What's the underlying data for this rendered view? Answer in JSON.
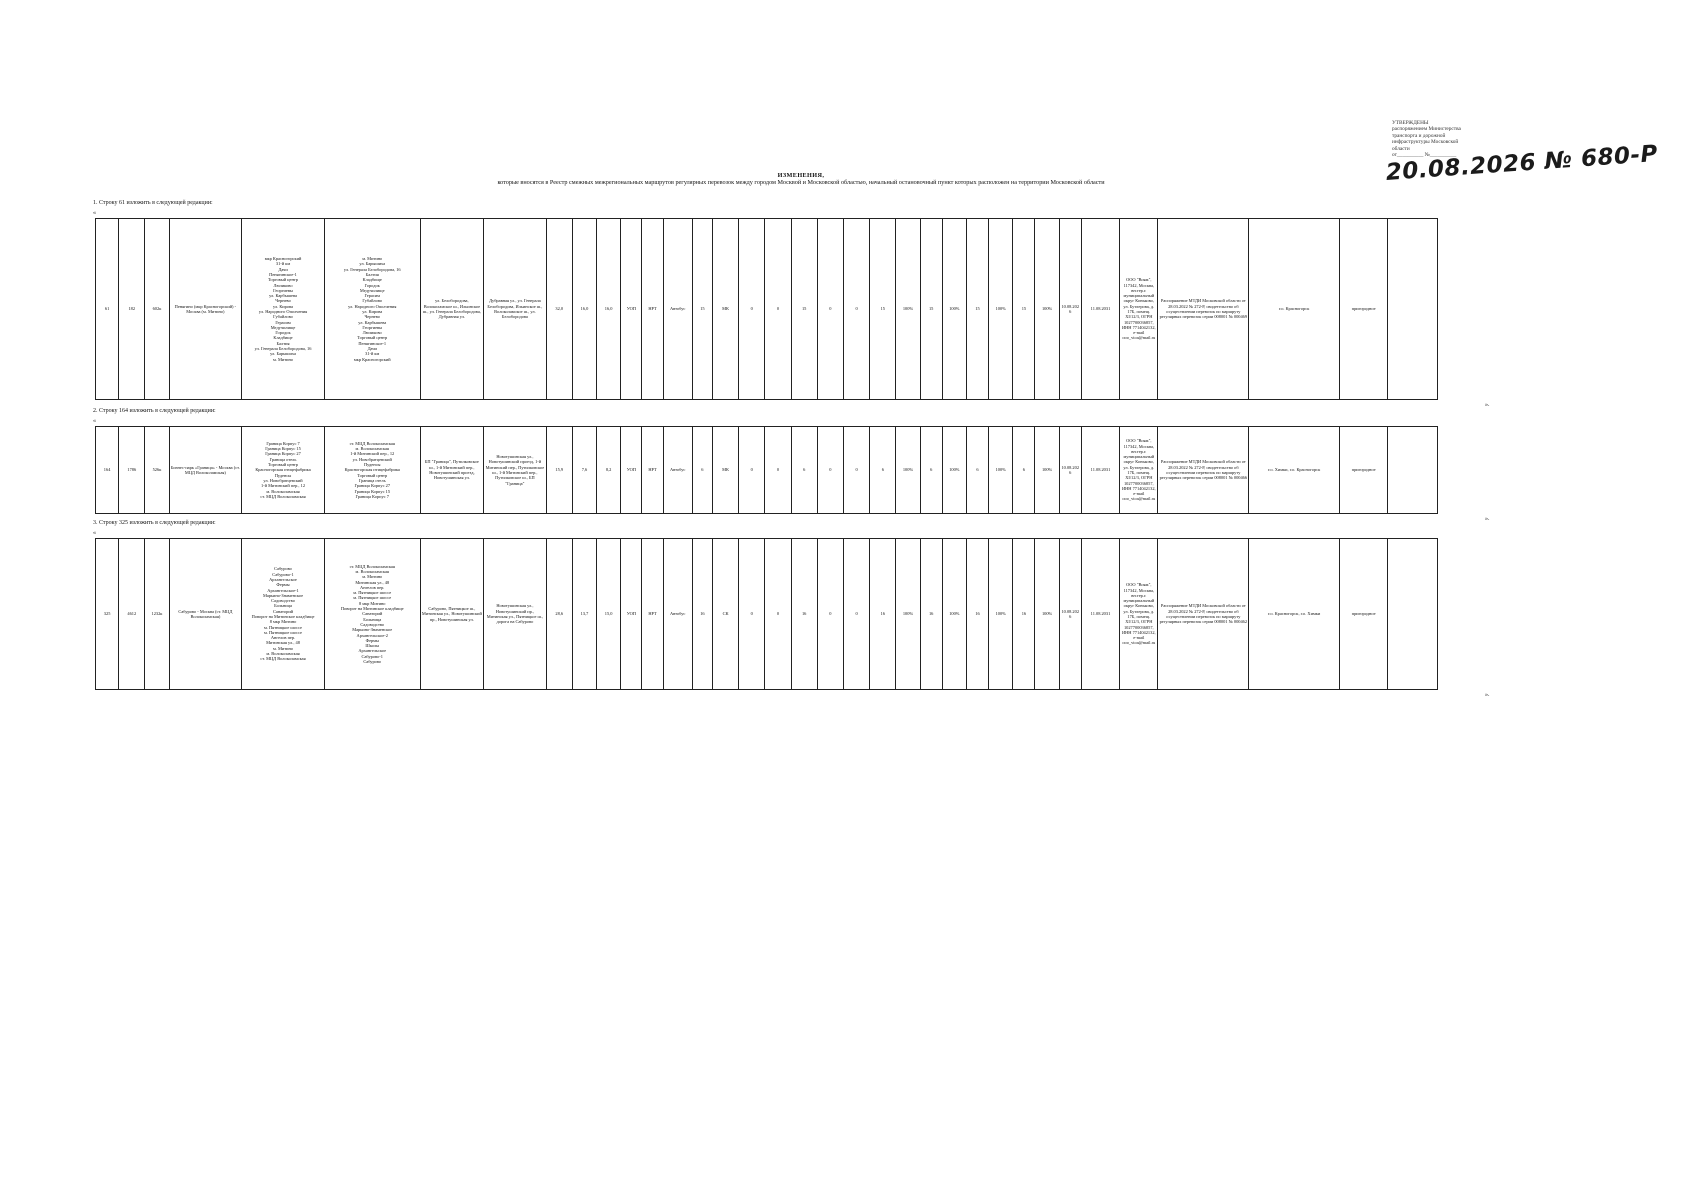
{
  "approval": {
    "lines": [
      "УТВЕРЖДЕНЫ",
      "распоряжением Министерства",
      "транспорта и дорожной",
      "инфраструктуры Московской",
      "области",
      "от__________ №__________"
    ]
  },
  "signature_text": "20.08.2026 № 680-Р",
  "title": {
    "heading": "ИЗМЕНЕНИЯ,",
    "subtitle": "которые вносятся в Реестр смежных межрегиональных маршрутов регулярных перевозок между городом Москвой и Московской областью, начальный остановочный пункт которых расположен на территории Московской области"
  },
  "sections": [
    {
      "label": "1. Строку 61 изложить в следующей редакции:",
      "quote_open": "«",
      "quote_close": "».",
      "row": {
        "c1": "61",
        "c2": "182",
        "c3": "602к",
        "name": "Пенягино (мкр Красногорский) - Москва (м. Митино)",
        "stops_forward": "мкр Красногорский\n31-й км\nДачи\nПенягинское-1\nТорговый центр\nЛюликово\nГеоргиевы\nул. Карбышева\nЧернево\nул. Кирова\nул. Народного Ополчения\nГубайлово\nГерасим\nМедучилище\nГородок\nКладбище\nБалтия\nул. Генерала Белобородова, 16\nул. Барышиха\nм. Митино",
        "stops_backward": "м. Митино\nул. Барышиха\nул. Генерала Белобородова, 16\nБалтия\nКладбище\nГородок\nМедучилище\nГерасим\nГубайлово\nул. Народного Ополчения\nул. Кирова\nЧернево\nул. Карбышева\nГеоргиевы\nЛюликово\nТорговый центр\nПенягинское-1\nДачи\n31-й км\nмкр Красногорский",
        "streets_forward": "ул. Белобородова, Волоколамское ш., Ильинское ш., ул. Генерала Белобородова, Дубравная ул.",
        "streets_backward": "Дубравная ул., ул. Генерала Белобородова, Ильинское ш., Волоколамское ш., ул. Белобородова",
        "len1": "32,0",
        "len2": "16,0",
        "len3": "16,0",
        "order": "УОП",
        "tariff": "НРТ",
        "vehicle": "Автобус",
        "v1": "15",
        "cls": "МК",
        "v2": "0",
        "v3": "0",
        "v4": "15",
        "v5": "0",
        "v6": "0",
        "v7": "15",
        "p1": "100%",
        "v8": "15",
        "p2": "100%",
        "v9": "15",
        "p3": "100%",
        "v10": "15",
        "p4": "100%",
        "date1": "10.08.2026",
        "date2": "11.08.2031",
        "carrier": "ООО \"Вояж\", 117342, Москва, вн.тер.г. муниципальный округ Коньково, ул. Бутлерова, д. 17Б, помещ. XI/12/3, ОГРН 1027700036857, ИНН 7714042132, e-mail ooo_vioa@mail.ru",
        "permit": "Распоряжение МТДИ Московской области от 28.03.2022 № 272-Р, свидетельство об осуществлении перевозок по маршруту регулярных перевозок серии 008001 № 000469",
        "area": "г.о. Красногорск",
        "kind": "пригородное"
      }
    },
    {
      "label": "2. Строку 164 изложить в следующей редакции:",
      "quote_open": "«",
      "quote_close": "».",
      "row": {
        "c1": "164",
        "c2": "1786",
        "c3": "526к",
        "name": "Бизнес-парк «Граница» - Москва (ст. МЦД Волоколамская)",
        "stops_forward": "Граница Корпус 7\nГраница Корпус 15\nГраница Корпус 27\nГраница отель\nТорговый центр\nКрасногорская птицефабрика\nПуденсы\nул. Новобратцевский\n1-й Митинский пер., 12\nм. Волоколамская\nст. МЦД Волоколамская",
        "stops_backward": "ст. МЦД Волоколамская\nм. Волоколамская\n1-й Митинский пер., 12\nул. Новобратцевский\nПуденсы\nКрасногорская птицефабрика\nТорговый центр\nГраница отель\nГраница Корпус 27\nГраница Корпус 15\nГраница Корпус 7",
        "streets_forward": "БП \"Граница\", Путилковское ш., 1-й Митинский пер., Новотушинский проезд, Новотушинская ул.",
        "streets_backward": "Новотушинская ул., Новотушинский проезд, 1-й Митинский пер., Путилковское ш., 1-й Митинский пер., Путилковское ш., БП \"Граница\"",
        "len1": "15,9",
        "len2": "7,6",
        "len3": "8,2",
        "order": "УОП",
        "tariff": "НРТ",
        "vehicle": "Автобус",
        "v1": "6",
        "cls": "МК",
        "v2": "0",
        "v3": "0",
        "v4": "6",
        "v5": "0",
        "v6": "0",
        "v7": "6",
        "p1": "100%",
        "v8": "6",
        "p2": "100%",
        "v9": "6",
        "p3": "100%",
        "v10": "6",
        "p4": "100%",
        "date1": "10.08.2026",
        "date2": "11.08.2031",
        "carrier": "ООО \"Вояж\", 117342, Москва, вн.тер.г. муниципальный округ Коньково, ул. Бутлерова, д. 17Б, помещ. XI/12/3, ОГРН 1027700036857, ИНН 7714042132, e-mail ooo_vioa@mail.ru",
        "permit": "Распоряжение МТДИ Московской области от 28.03.2022 № 272-Р, свидетельство об осуществлении перевозок по маршруту регулярных перевозок серии 008001 № 000466",
        "area": "г.о. Химки, г.о. Красногорск",
        "kind": "пригородное"
      }
    },
    {
      "label": "3. Строку 325 изложить в следующей редакции:",
      "quote_open": "«",
      "quote_close": "».",
      "row": {
        "c1": "325",
        "c2": "4612",
        "c3": "1232к",
        "name": "Сабурово - Москва (ст. МЦД Волоколамская)",
        "stops_forward": "Сабурово\nСабурово-1\nАрхангельское\nФермы\nАрхангельское-1\nМарьино-Знаменское\nСадоводство\nБольница\nСанаторий\nПоворот на Митинское кладбище\n8 мкр Митино\nм. Пятницкое шоссе\nм. Пятницкое шоссе\nАнгелов пер.\nМитинская ул., 48\nм. Митино\nм. Волоколамская\nст. МЦД Волоколамская",
        "stops_backward": "ст. МЦД Волоколамская\nм. Волоколамская\nм. Митино\nМитинская ул., 48\nАнгелов пер.\nм. Пятницкое шоссе\nм. Пятницкое шоссе\n8 мкр Митино\nПоворот на Митинское кладбище\nСанаторий\nБольница\nСадоводство\nМарьино-Знаменское\nАрхангельское-2\nФермы\nШколы\nАрхангельское\nСабурово-1\nСабурово",
        "streets_forward": "Сабурово, Пятницкое ш., Митинская ул., Новотушинский пр., Новотушинская ул.",
        "streets_backward": "Новотушинская ул., Новотушинский пр., Митинская ул., Пятницкое ш., дорога на Сабурово",
        "len1": "28,6",
        "len2": "13,7",
        "len3": "15,0",
        "order": "УОП",
        "tariff": "НРТ",
        "vehicle": "Автобус",
        "v1": "16",
        "cls": "СК",
        "v2": "0",
        "v3": "0",
        "v4": "16",
        "v5": "0",
        "v6": "0",
        "v7": "16",
        "p1": "100%",
        "v8": "16",
        "p2": "100%",
        "v9": "16",
        "p3": "100%",
        "v10": "16",
        "p4": "100%",
        "date1": "10.08.2026",
        "date2": "11.08.2031",
        "carrier": "ООО \"Вояж\", 117342, Москва, вн.тер.г. муниципальный округ Коньково, ул. Бутлерова, д. 17Б, помещ. XI/12/3, ОГРН 1027700036857, ИНН 7714042132, e-mail ooo_vioa@mail.ru",
        "permit": "Распоряжение МТДИ Московской области от 28.03.2022 № 272-Р, свидетельство об осуществлении перевозок по маршруту регулярных перевозок серии 008001 № 000462",
        "area": "г.о. Красногорск, г.о. Химки",
        "kind": "пригородное"
      }
    }
  ]
}
